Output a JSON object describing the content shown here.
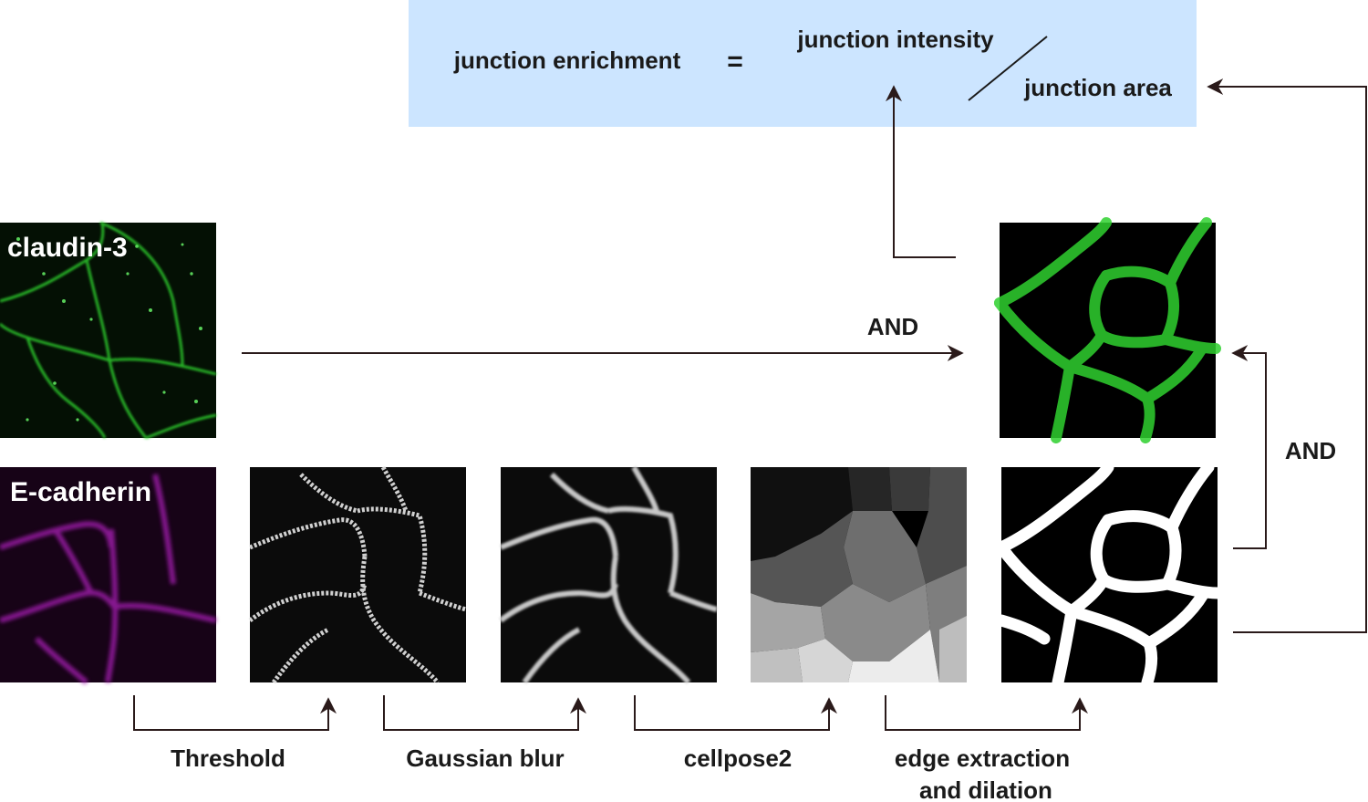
{
  "formula": {
    "lhs": "junction enrichment",
    "equals": "=",
    "numerator": "junction intensity",
    "denominator": "junction area",
    "box_color": "#cce5ff"
  },
  "panels": {
    "claudin": "claudin-3",
    "ecadherin": "E-cadherin"
  },
  "colors": {
    "claudin": "#2fd12f",
    "ecadherin": "#a21fae",
    "arrow": "#2a1a1a"
  },
  "operators": {
    "and_horizontal": "AND",
    "and_vertical": "AND"
  },
  "steps": {
    "threshold": "Threshold",
    "blur": "Gaussian blur",
    "cellpose": "cellpose2",
    "edge_line1": "edge extraction",
    "edge_line2": "and dilation"
  }
}
